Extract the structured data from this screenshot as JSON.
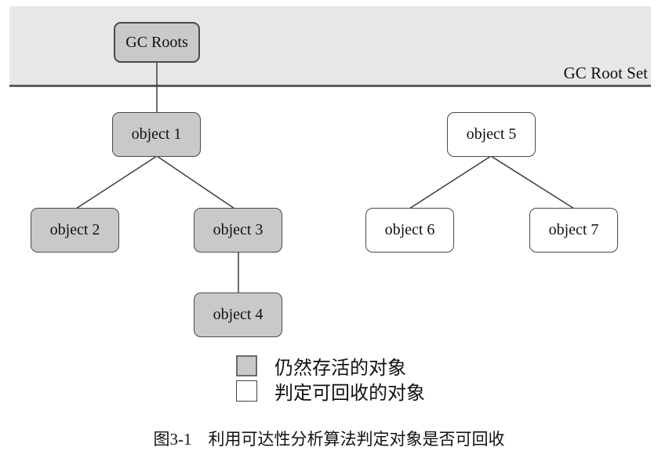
{
  "band": {
    "label": "GC Root Set"
  },
  "nodes": {
    "gc_roots": {
      "label": "GC Roots",
      "status": "alive"
    },
    "object1": {
      "label": "object 1",
      "status": "alive"
    },
    "object2": {
      "label": "object 2",
      "status": "alive"
    },
    "object3": {
      "label": "object 3",
      "status": "alive"
    },
    "object4": {
      "label": "object 4",
      "status": "alive"
    },
    "object5": {
      "label": "object 5",
      "status": "recyclable"
    },
    "object6": {
      "label": "object 6",
      "status": "recyclable"
    },
    "object7": {
      "label": "object 7",
      "status": "recyclable"
    }
  },
  "edges": [
    {
      "from": "gc_roots",
      "to": "object1"
    },
    {
      "from": "object1",
      "to": "object2"
    },
    {
      "from": "object1",
      "to": "object3"
    },
    {
      "from": "object3",
      "to": "object4"
    },
    {
      "from": "object5",
      "to": "object6"
    },
    {
      "from": "object5",
      "to": "object7"
    }
  ],
  "legend": {
    "alive": "仍然存活的对象",
    "recyclable": "判定可回收的对象"
  },
  "caption": "图3-1　利用可达性分析算法判定对象是否可回收",
  "colors": {
    "band_fill": "#e7e7e7",
    "alive_fill": "#c9c9c9",
    "recyclable_fill": "#ffffff",
    "node_border": "#4a4a4a",
    "edge_line": "#3d3d3d",
    "band_underline": "#5c5c5c"
  }
}
